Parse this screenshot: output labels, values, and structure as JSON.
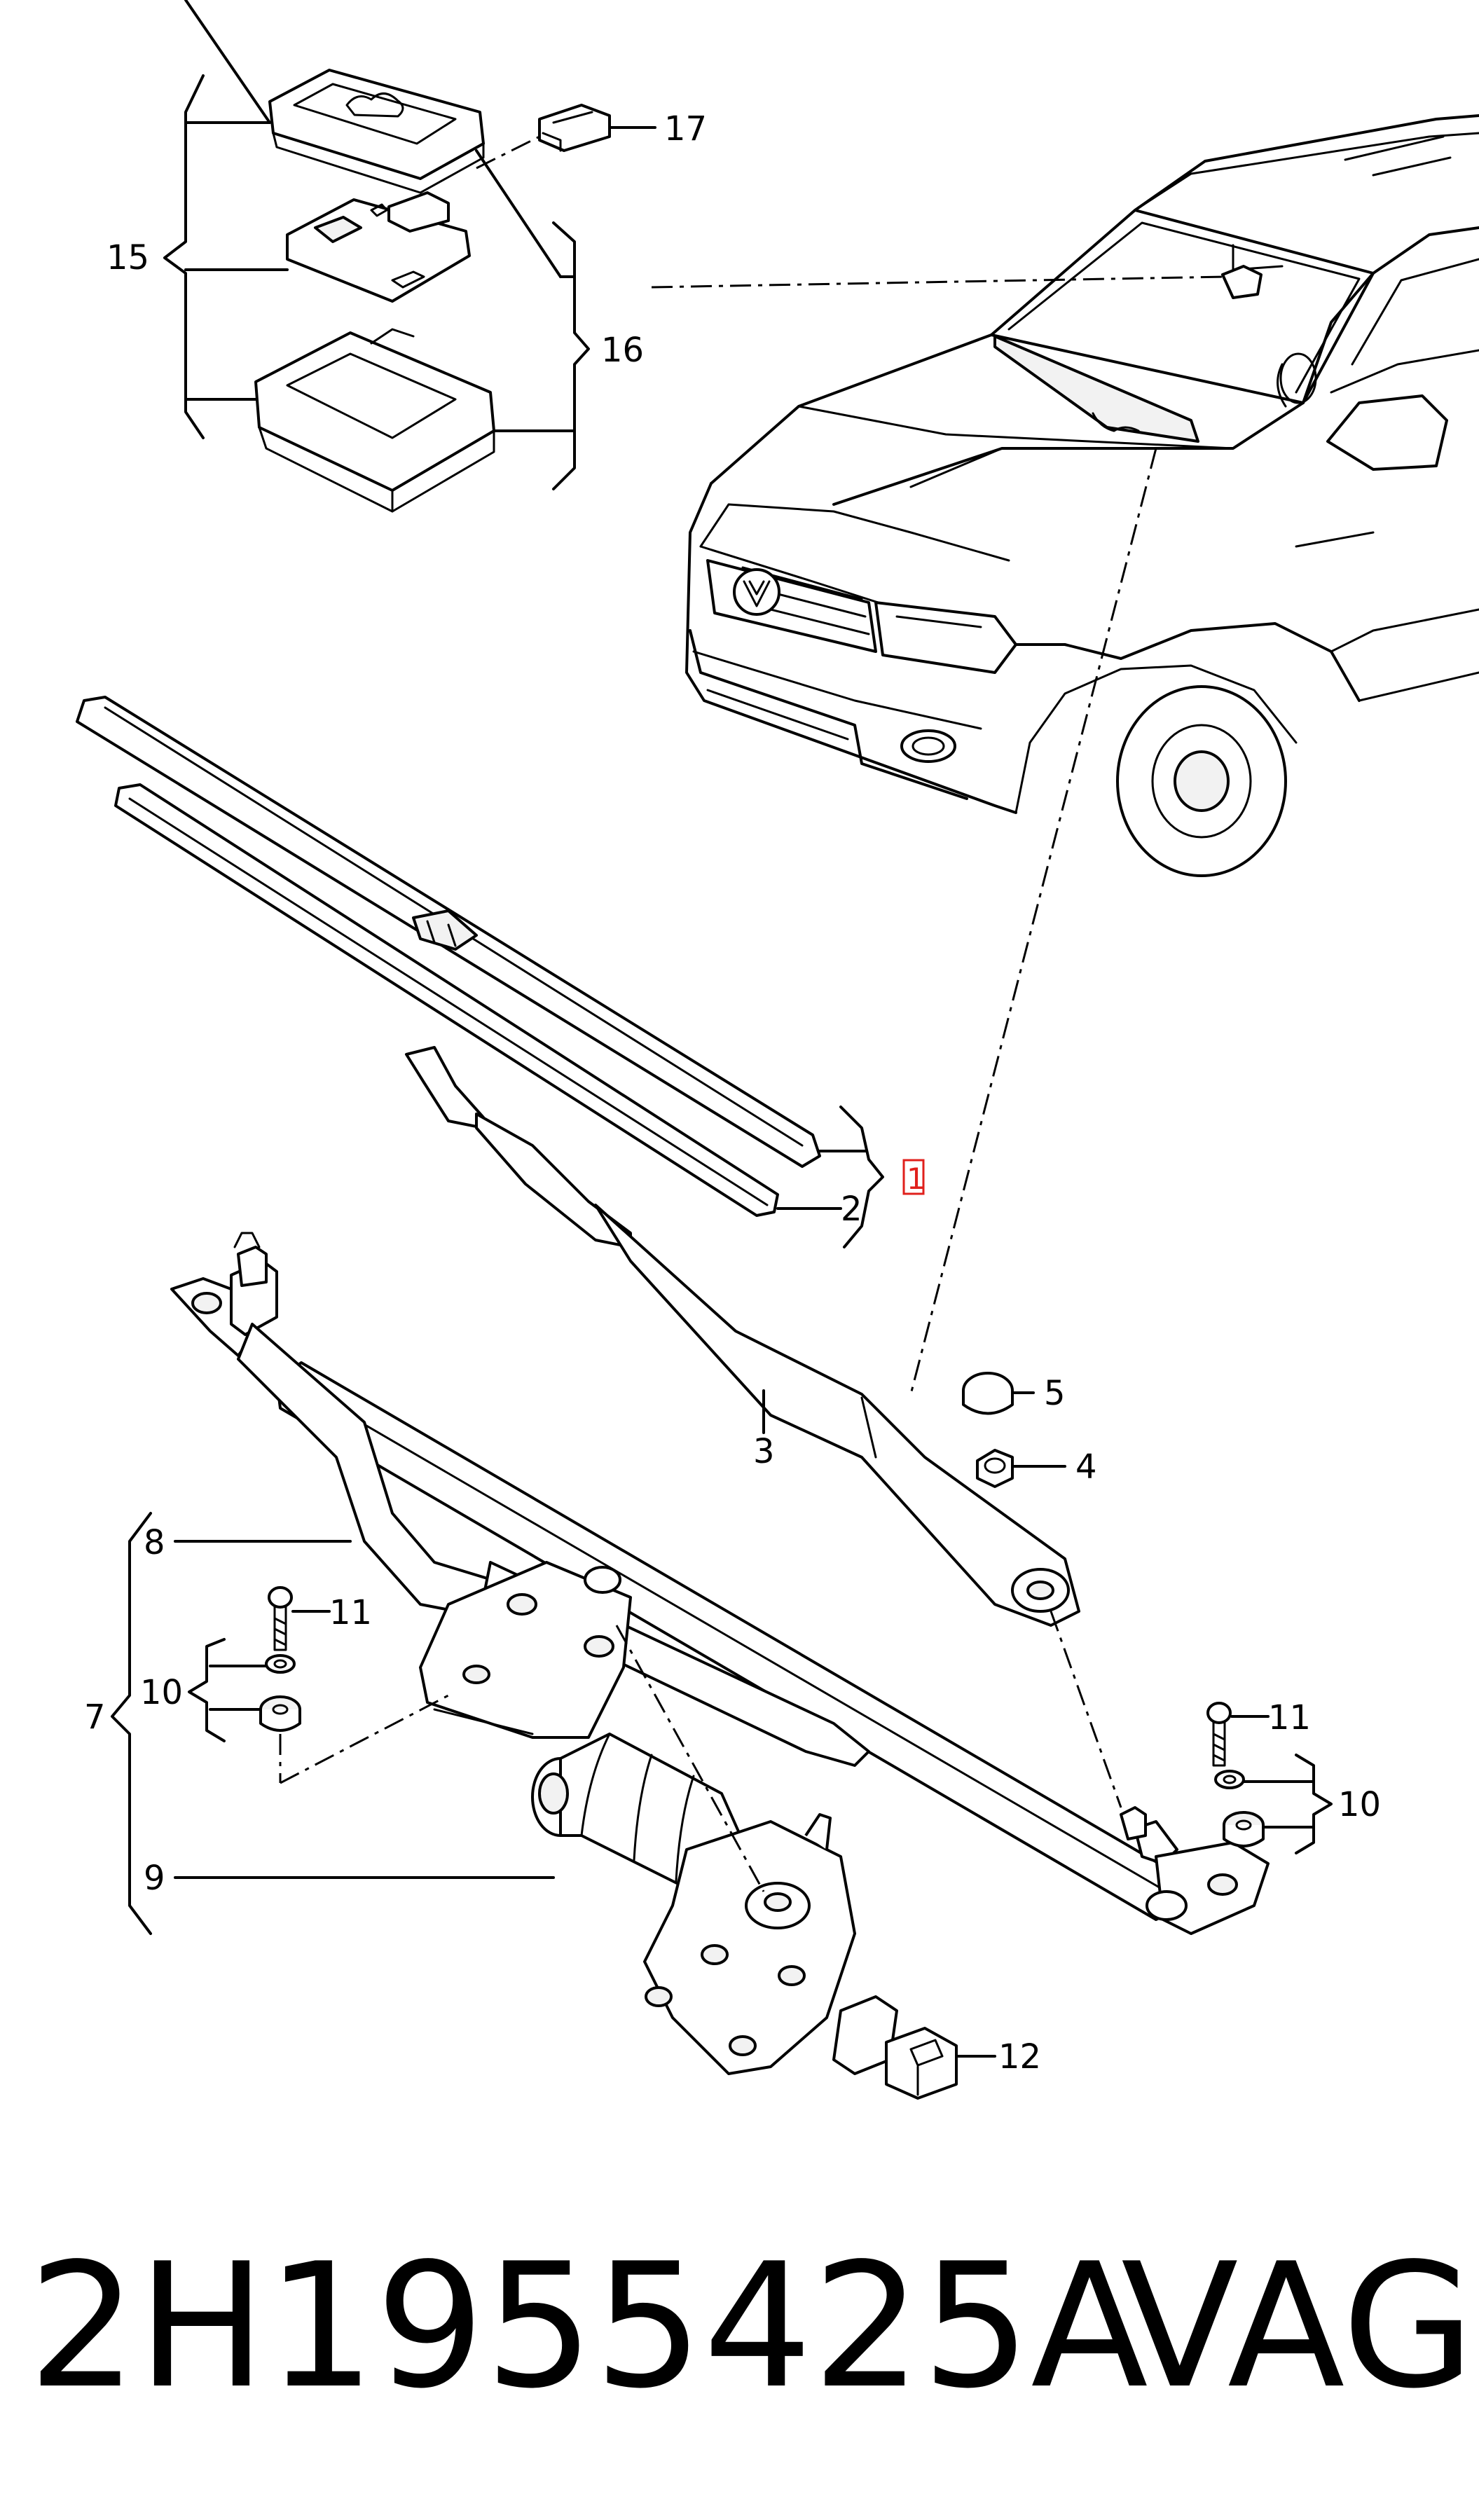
{
  "labels": {
    "n1": "1",
    "n2": "2",
    "n3": "3",
    "n4": "4",
    "n5": "5",
    "n7": "7",
    "n8": "8",
    "n9": "9",
    "n10a": "10",
    "n10b": "10",
    "n11a": "11",
    "n11b": "11",
    "n12": "12",
    "n15": "15",
    "n16": "16",
    "n17": "17"
  },
  "footer": {
    "part_number": "2H1955425A",
    "brand": "VAG"
  },
  "colors": {
    "callout_accent": "#e0201c",
    "line": "#000000",
    "background": "#ffffff"
  }
}
